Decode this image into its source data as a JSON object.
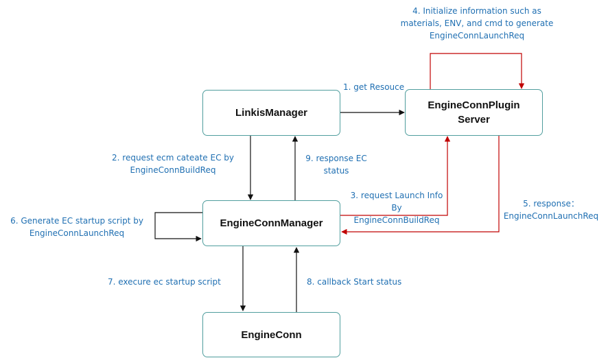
{
  "colors": {
    "box_border": "#4f9d9d",
    "black_arrow": "#111111",
    "red_arrow": "#c00000",
    "label_text": "#1f6fb2"
  },
  "nodes": {
    "linkis_manager": "LinkisManager",
    "plugin_server_line1": "EngineConnPlugin",
    "plugin_server_line2": "Server",
    "engineconn_manager": "EngineConnManager",
    "engineconn": "EngineConn"
  },
  "edges": {
    "e1": "1. get Resouce",
    "e2_line1": "2. request ecm cateate EC by",
    "e2_line2": "EngineConnBuildReq",
    "e3_line1": "3. request Launch Info",
    "e3_line2": "By",
    "e3_line3": "EngineConnBuildReq",
    "e4_line1": "4. Initialize information such as",
    "e4_line2": "materials, ENV, and cmd to generate",
    "e4_line3": "EngineConnLaunchReq",
    "e5_line1": "5. response：",
    "e5_line2": "EngineConnLaunchReq",
    "e6_line1": "6. Generate EC startup script by",
    "e6_line2": "EngineConnLaunchReq",
    "e7": "7. execure ec startup script",
    "e8": "8. callback Start status",
    "e9_line1": "9. response EC",
    "e9_line2": "status"
  }
}
